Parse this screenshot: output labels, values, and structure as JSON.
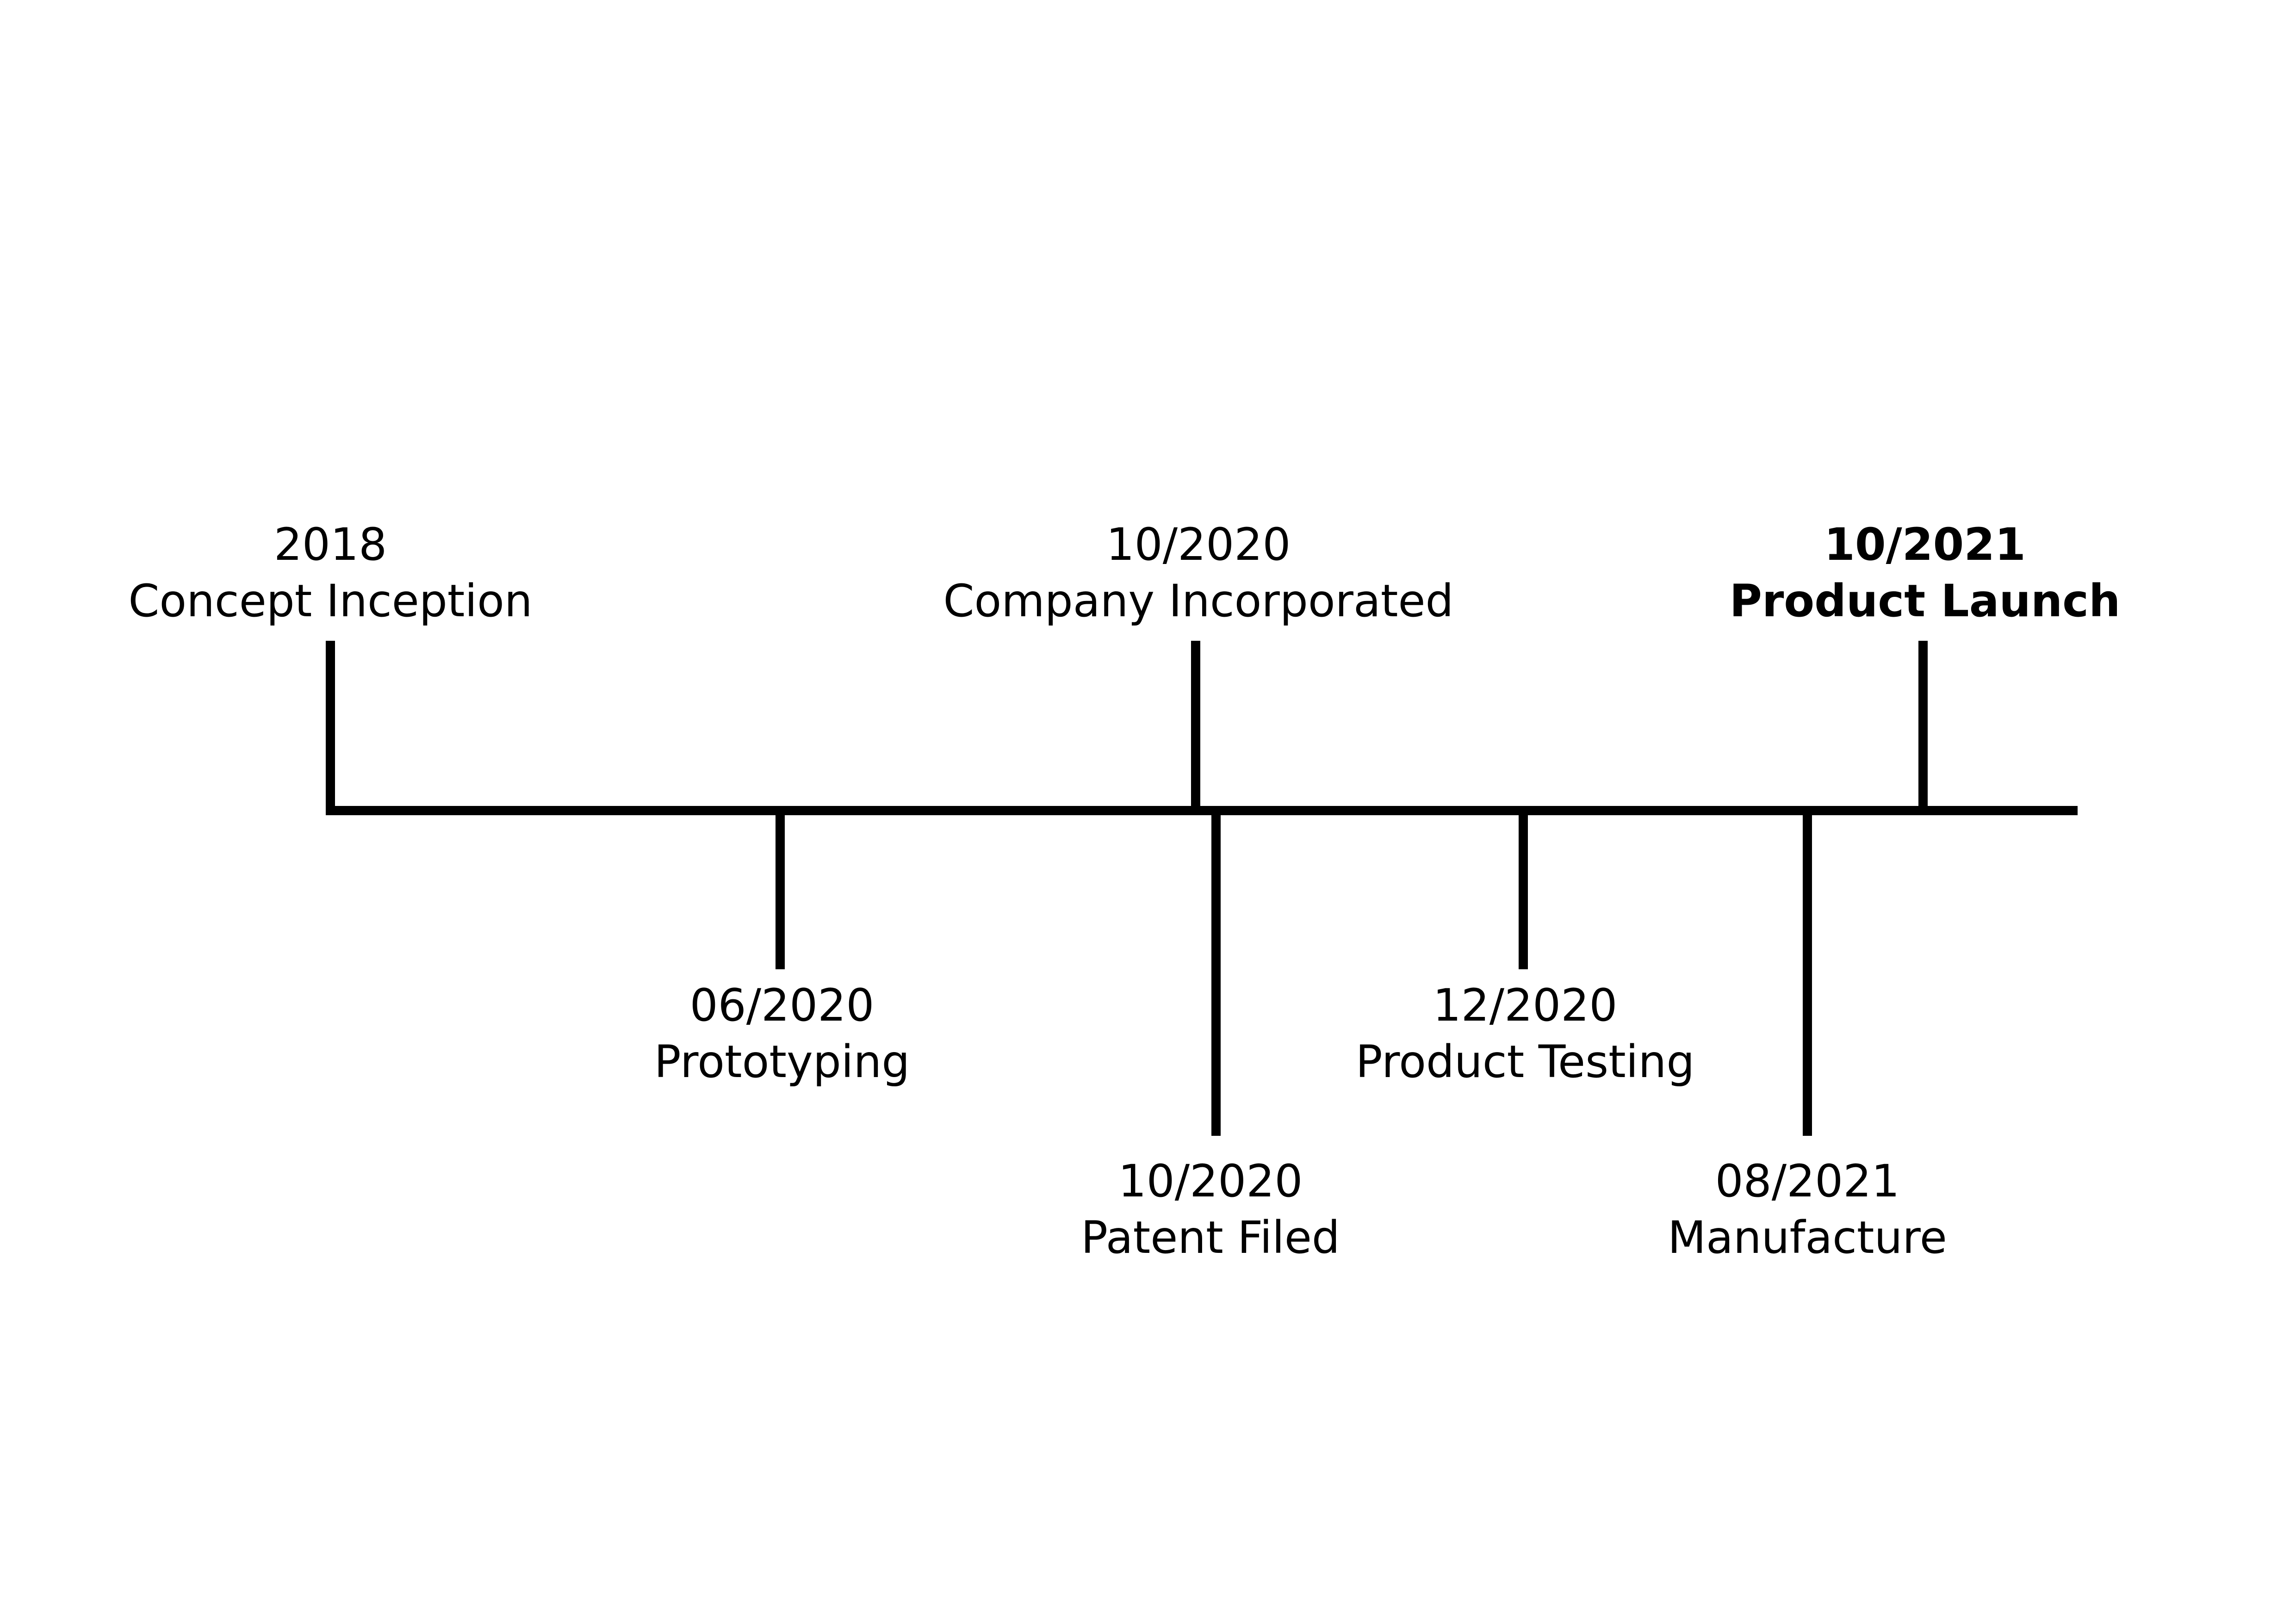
{
  "colors": {
    "line": "#000000",
    "text": "#000000",
    "background": "#ffffff"
  },
  "events": [
    {
      "id": "concept-inception",
      "date": "2018",
      "title": "Concept Inception",
      "side": "above",
      "emphasis": false
    },
    {
      "id": "prototyping",
      "date": "06/2020",
      "title": "Prototyping",
      "side": "below",
      "emphasis": false
    },
    {
      "id": "company-incorporated",
      "date": "10/2020",
      "title": "Company Incorporated",
      "side": "above",
      "emphasis": false
    },
    {
      "id": "patent-filed",
      "date": "10/2020",
      "title": "Patent Filed",
      "side": "below",
      "emphasis": false
    },
    {
      "id": "product-testing",
      "date": "12/2020",
      "title": "Product Testing",
      "side": "below",
      "emphasis": false
    },
    {
      "id": "manufacture",
      "date": "08/2021",
      "title": "Manufacture",
      "side": "below",
      "emphasis": false
    },
    {
      "id": "product-launch",
      "date": "10/2021",
      "title": "Product Launch",
      "side": "above",
      "emphasis": true
    }
  ]
}
